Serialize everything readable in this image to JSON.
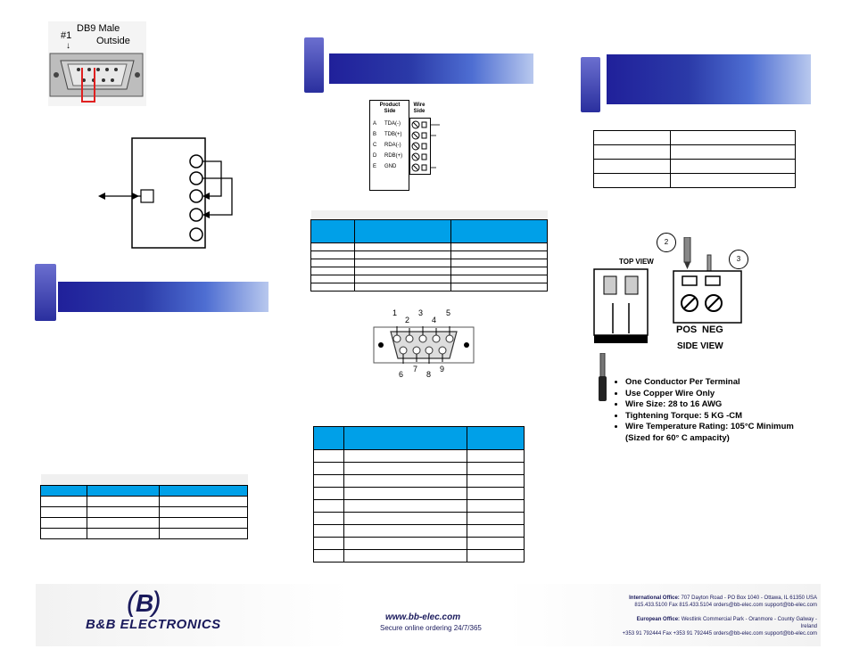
{
  "db9": {
    "line1": "DB9 Male",
    "line2": "Outside",
    "pin": "#1"
  },
  "terminal_diagram": {
    "header_product": "Product Side",
    "header_wire": "Wire Side",
    "rows": [
      {
        "letter": "A",
        "signal": "TDA(-)"
      },
      {
        "letter": "B",
        "signal": "TDB(+)"
      },
      {
        "letter": "C",
        "signal": "RDA(-)"
      },
      {
        "letter": "D",
        "signal": "RDB(+)"
      },
      {
        "letter": "E",
        "signal": "GND"
      }
    ]
  },
  "db9_pinout": {
    "top_numbers": [
      "1",
      "2",
      "3",
      "4",
      "5"
    ],
    "bottom_numbers": [
      "6",
      "7",
      "8",
      "9"
    ]
  },
  "wiring": {
    "top_view": "TOP VIEW",
    "side_view": "SIDE VIEW",
    "pos": "POS",
    "neg": "NEG",
    "callout2": "2",
    "callout3": "3",
    "specs": [
      "One Conductor Per Terminal",
      "Use Copper Wire Only",
      "Wire Size: 28 to 16 AWG",
      "Tightening Torque: 5 KG -CM",
      "Wire Temperature Rating: 105°C Minimum",
      "(Sized for 60° C ampacity)"
    ]
  },
  "footer": {
    "brand": "B&B ELECTRONICS",
    "url": "www.bb-elec.com",
    "tagline": "Secure online ordering 24/7/365",
    "intl_label": "International Office:",
    "intl_address": "707 Dayton Road - PO Box 1040 - Ottawa, IL 61350 USA",
    "intl_contact": "815.433.5100   Fax 815.433.5104   orders@bb-elec.com   support@bb-elec.com",
    "eu_label": "European Office:",
    "eu_address": "Westlink Commercial Park - Oranmore - County Galway - Ireland",
    "eu_contact": "+353 91 792444   Fax +353 91 792445   orders@bb-elec.com   support@bb-elec.com"
  },
  "colors": {
    "accent_blue": "#00a0e8",
    "header_dark": "#20209a"
  }
}
